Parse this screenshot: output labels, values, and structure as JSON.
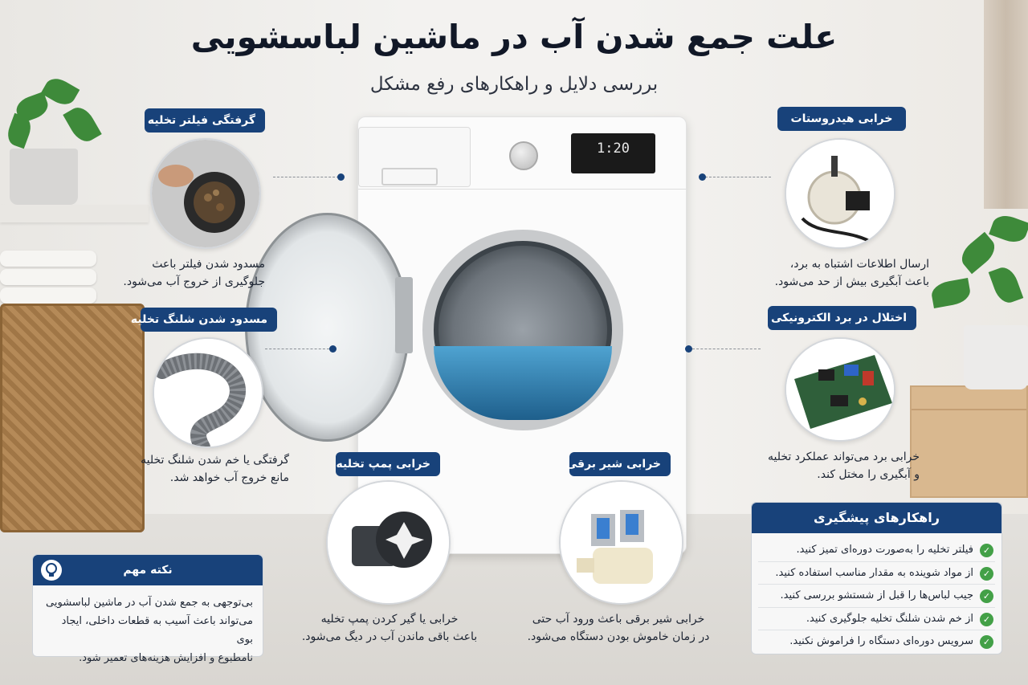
{
  "header": {
    "title": "علت جمع شدن آب در ماشین لباسشویی",
    "subtitle": "بررسی دلایل و راهکارهای رفع مشکل"
  },
  "machine": {
    "display_time": "1:20"
  },
  "causes": {
    "filter": {
      "label": "گرفتگی فیلتر تخلیه",
      "line1": "مسدود شدن فیلتر باعث",
      "line2": "جلوگیری از خروج آب می‌شود."
    },
    "hose": {
      "label": "مسدود شدن شلنگ تخلیه",
      "line1": "گرفتگی یا خم شدن شلنگ تخلیه",
      "line2": "مانع خروج آب خواهد شد."
    },
    "pump": {
      "label": "خرابی پمپ تخلیه",
      "line1": "خرابی یا گیر کردن پمپ تخلیه",
      "line2": "باعث باقی ماندن آب در دیگ می‌شود."
    },
    "valve": {
      "label": "خرابی شیر برقی",
      "line1": "خرابی شیر برقی باعث ورود آب حتی",
      "line2": "در زمان خاموش بودن دستگاه می‌شود."
    },
    "pressure": {
      "label": "خرابی هیدروستات",
      "line1": "ارسال اطلاعات اشتباه به برد،",
      "line2": "باعث آبگیری بیش از حد می‌شود."
    },
    "board": {
      "label": "اختلال در برد الکترونیکی",
      "line1": "خرابی برد می‌تواند عملکرد تخلیه",
      "line2": "و آبگیری را مختل کند."
    }
  },
  "note": {
    "title": "نکته مهم",
    "line1": "بی‌توجهی به جمع شدن آب در ماشین لباسشویی",
    "line2": "می‌تواند باعث آسیب به قطعات داخلی، ایجاد بوی",
    "line3": "نامطبوع و افزایش هزینه‌های تعمیر شود."
  },
  "prevention": {
    "title": "راهکارهای پیشگیری",
    "items": [
      "فیلتر تخلیه را به‌صورت دوره‌ای تمیز کنید.",
      "از مواد شوینده به مقدار مناسب استفاده کنید.",
      "جیب لباس‌ها را قبل از شستشو بررسی کنید.",
      "از خم شدن شلنگ تخلیه جلوگیری کنید.",
      "سرویس دوره‌ای دستگاه را فراموش نکنید."
    ]
  },
  "colors": {
    "accent": "#18427a",
    "check": "#43a047"
  }
}
